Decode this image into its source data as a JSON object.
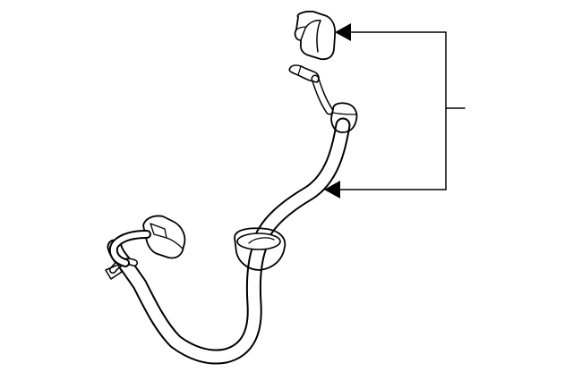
{
  "diagram": {
    "description_visible_text": [],
    "colors": {
      "line": "#000000",
      "fill": "#ffffff",
      "background": "#ffffff"
    },
    "parts": [
      {
        "name": "connector-cap",
        "icon": "boot-cap-icon"
      },
      {
        "name": "wire-harness",
        "icon": "wire-harness-icon"
      },
      {
        "name": "main-connector",
        "icon": "plug-connector-icon"
      },
      {
        "name": "grommet",
        "icon": "grommet-icon"
      },
      {
        "name": "wire-tip",
        "icon": "terminal-icon"
      }
    ],
    "callout": {
      "arrows": 2,
      "style": "bracket-leader"
    }
  }
}
